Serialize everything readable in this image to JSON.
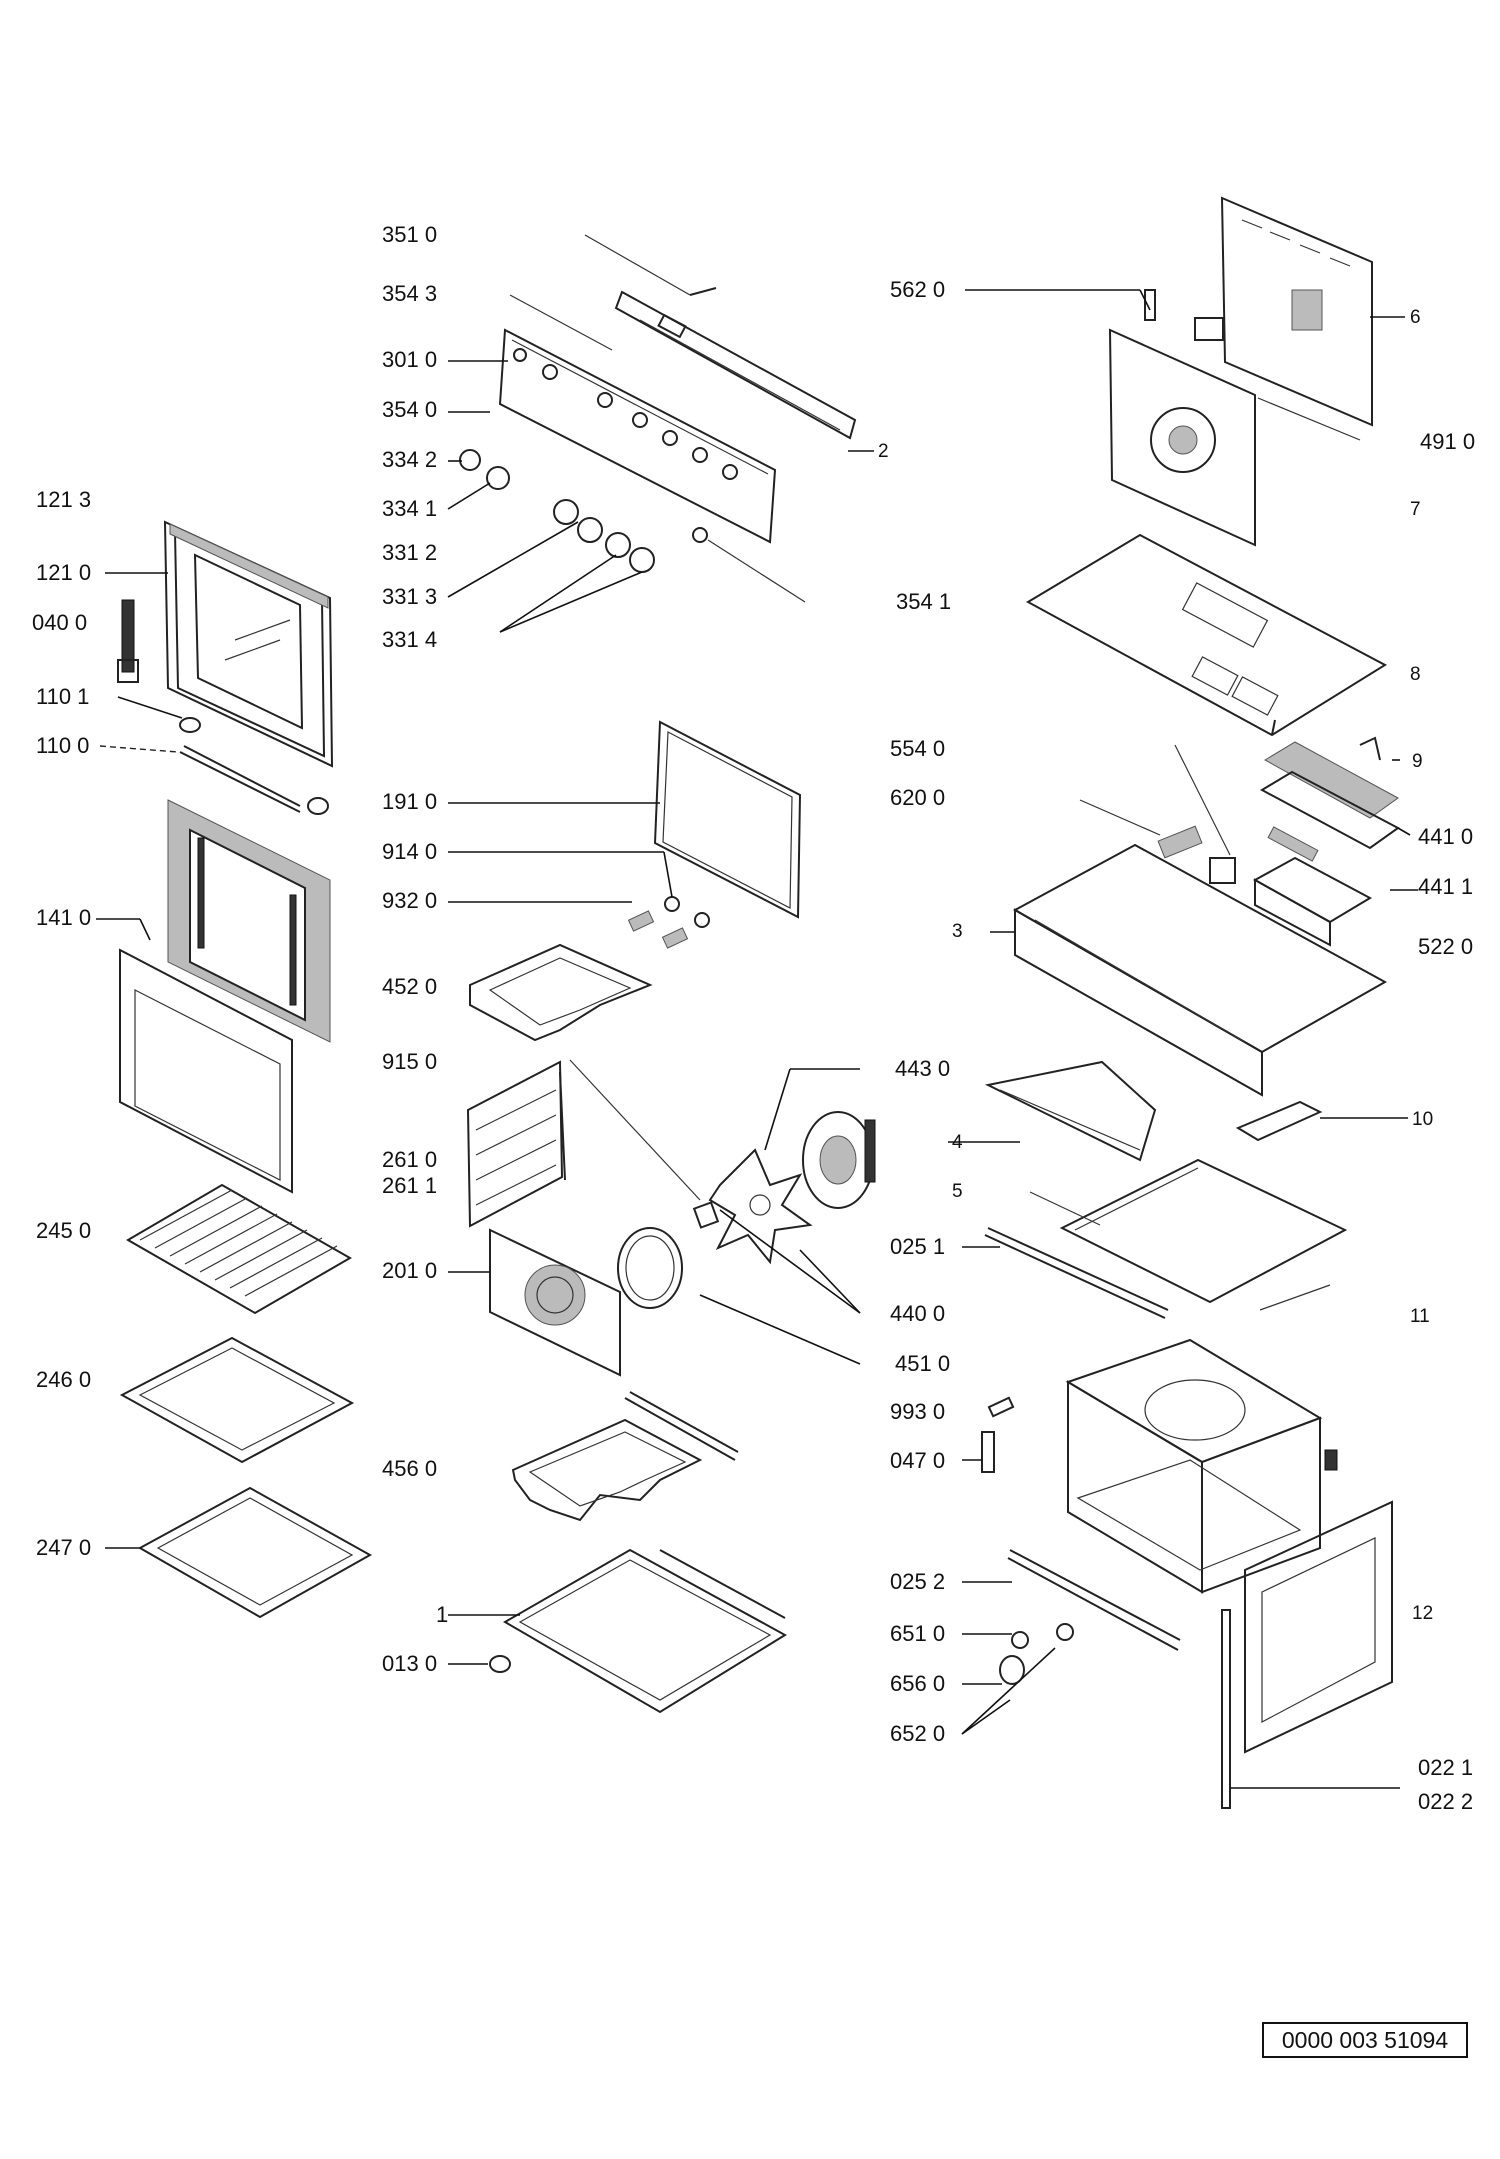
{
  "doc_number": "0000 003 51094",
  "labels": {
    "l3510": "351 0",
    "l3543": "354 3",
    "l3010": "301 0",
    "l3540": "354 0",
    "l3342": "334 2",
    "l3341": "334 1",
    "l3312": "331 2",
    "l3313": "331 3",
    "l3314": "331 4",
    "l1213": "121 3",
    "l1210": "121 0",
    "l0400": "040 0",
    "l1101": "110 1",
    "l1100": "110 0",
    "l1910": "191 0",
    "l9140": "914 0",
    "l9320": "932 0",
    "l1410": "141 0",
    "l4520": "452 0",
    "l9150": "915 0",
    "l2610": "261 0",
    "l2611": "261 1",
    "l2450": "245 0",
    "l2010": "201 0",
    "l2460": "246 0",
    "l4560": "456 0",
    "l2470": "247 0",
    "l1": "1",
    "l0130": "013 0",
    "l5620": "562 0",
    "l2": "2",
    "l6": "6",
    "l4910": "491 0",
    "l7": "7",
    "l3541": "354 1",
    "l8": "8",
    "l5540": "554 0",
    "l9": "9",
    "l6200": "620 0",
    "l4410": "441 0",
    "l4411": "441 1",
    "l3": "3",
    "l5220": "522 0",
    "l4430": "443 0",
    "l4": "4",
    "l10": "10",
    "l5": "5",
    "l0251": "025 1",
    "l4400": "440 0",
    "l11": "11",
    "l4510": "451 0",
    "l9930": "993 0",
    "l0470": "047 0",
    "l0252": "025 2",
    "l12": "12",
    "l6510": "651 0",
    "l6560": "656 0",
    "l6520": "652 0",
    "l0221": "022 1",
    "l0222": "022 2"
  }
}
